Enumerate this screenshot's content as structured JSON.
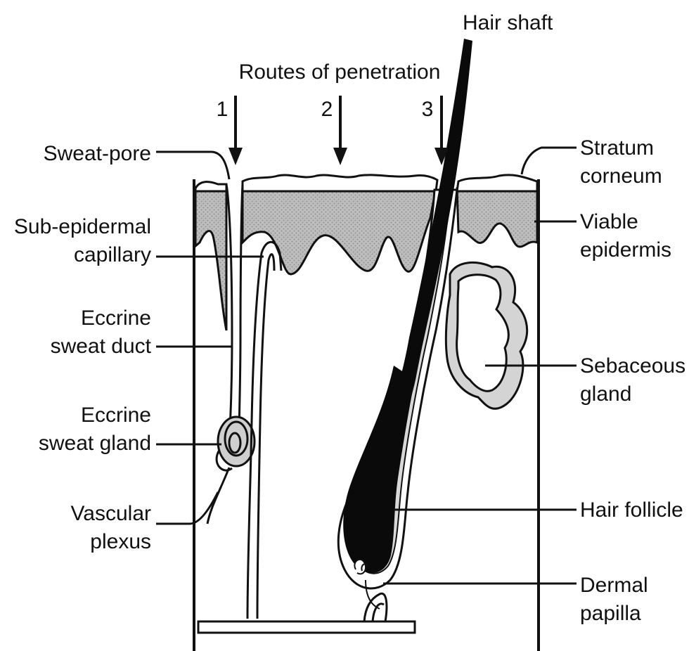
{
  "diagram": {
    "title": "Routes of penetration",
    "routes": [
      "1",
      "2",
      "3"
    ],
    "labels_left": {
      "sweat_pore": "Sweat-pore",
      "sub_epidermal_1": "Sub-epidermal",
      "sub_epidermal_2": "capillary",
      "eccrine_duct_1": "Eccrine",
      "eccrine_duct_2": "sweat duct",
      "eccrine_gland_1": "Eccrine",
      "eccrine_gland_2": "sweat gland",
      "vascular_1": "Vascular",
      "vascular_2": "plexus"
    },
    "labels_right": {
      "hair_shaft": "Hair shaft",
      "stratum_1": "Stratum",
      "stratum_2": "corneum",
      "viable_1": "Viable",
      "viable_2": "epidermis",
      "sebaceous_1": "Sebaceous",
      "sebaceous_2": "gland",
      "hair_follicle": "Hair follicle",
      "dermal_1": "Dermal",
      "dermal_2": "papilla"
    }
  }
}
